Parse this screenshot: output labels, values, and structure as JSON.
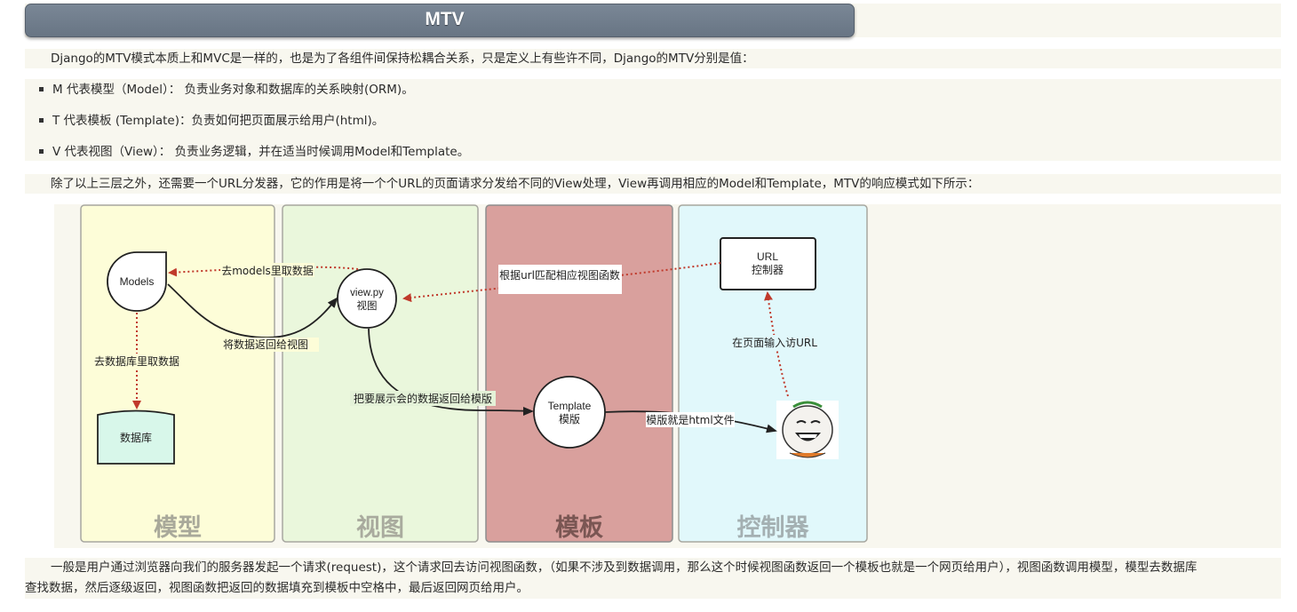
{
  "header": {
    "title": "MTV"
  },
  "intro": "Django的MTV模式本质上和MVC是一样的，也是为了各组件间保持松耦合关系，只是定义上有些许不同，Django的MTV分别是值：",
  "list": [
    "M 代表模型（Model）：  负责业务对象和数据库的关系映射(ORM)。",
    "T 代表模板 (Template)：负责如何把页面展示给用户(html)。",
    "V 代表视图（View）：   负责业务逻辑，并在适当时候调用Model和Template。"
  ],
  "para2": "除了以上三层之外，还需要一个URL分发器，它的作用是将一个个URL的页面请求分发给不同的View处理，View再调用相应的Model和Template，MTV的响应模式如下所示：",
  "diagram": {
    "columns": [
      {
        "label": "模型",
        "color": "#fdfdd8"
      },
      {
        "label": "视图",
        "color": "#eaf7dc"
      },
      {
        "label": "模板",
        "color": "#d9a09d"
      },
      {
        "label": "控制器",
        "color": "#e1f8fb"
      }
    ],
    "nodes": {
      "models": "Models",
      "db": "数据库",
      "view_line1": "view.py",
      "view_line2": "视图",
      "template_line1": "Template",
      "template_line2": "模版",
      "url_line1": "URL",
      "url_line2": "控制器"
    },
    "edges": {
      "view_to_models": "去models里取数据",
      "models_to_view": "将数据返回给视图",
      "models_to_db": "去数据库里取数据",
      "view_to_template": "把要展示会的数据返回给模版",
      "template_to_user": "模版就是html文件",
      "url_to_view": "根据url匹配相应视图函数",
      "user_to_url": "在页面输入访URL"
    }
  },
  "bottom": {
    "line1": "一般是用户通过浏览器向我们的服务器发起一个请求(request)，这个请求回去访问视图函数，（如果不涉及到数据调用，那么这个时候视图函数返回一个模板也就是一个网页给用户），视图函数调用模型，模型去数据库",
    "line2": "查找数据，然后逐级返回，视图函数把返回的数据填充到模板中空格中，最后返回网页给用户。"
  }
}
